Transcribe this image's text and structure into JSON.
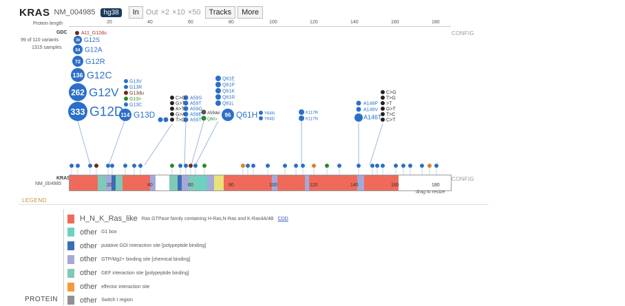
{
  "header": {
    "gene": "KRAS",
    "transcript": "NM_004985",
    "genome_badge": "hg38",
    "zoom_in": "In",
    "zoom_out": "Out",
    "zoom_2": "×2",
    "zoom_10": "×10",
    "zoom_50": "×50",
    "tracks_button": "Tracks",
    "more_button": "More"
  },
  "ruler": {
    "label": "Protein length",
    "ticks": [
      "20",
      "40",
      "60",
      "80",
      "100",
      "120",
      "140",
      "160",
      "180"
    ]
  },
  "gdc": {
    "title": "GDC",
    "variants_text": "99 of 110 variants",
    "samples_text": "1315 samples",
    "config": "CONFIG"
  },
  "lollipop_labels": {
    "top": "A11_G12du",
    "col1": [
      {
        "count": "39",
        "label": "G12S"
      },
      {
        "count": "54",
        "label": "G12A"
      },
      {
        "count": "72",
        "label": "G12R"
      },
      {
        "count": "136",
        "label": "G12C"
      },
      {
        "count": "262",
        "label": "G12V"
      },
      {
        "count": "333",
        "label": "G12D"
      }
    ],
    "col2_list": [
      "G13V",
      "G13R",
      "G13du",
      "G13>",
      "G13C"
    ],
    "col2_big": {
      "count": "114",
      "label": "G13D"
    },
    "col3_list": [
      "C>G",
      "G>T",
      "A>T",
      "G>A",
      "T>G"
    ],
    "col4_list": [
      "A59S",
      "A59T",
      "A59G",
      "A59E",
      "A59T"
    ],
    "col5_small": [
      "A59del",
      "Q60>"
    ],
    "col6_list": [
      "Q61E",
      "Q61P",
      "Q61K",
      "Q61R",
      "Q61L"
    ],
    "col6_big": {
      "count": "96",
      "label": "Q61H"
    },
    "col6_side": [
      "Y64N",
      "Y64D"
    ],
    "col7_list": [
      "K117R",
      "K117N"
    ],
    "col8_list": [
      "A146P",
      "A146V",
      "A146T"
    ],
    "col9_list": [
      "C>G",
      "T>G",
      ">T",
      "G>T",
      "T>C",
      "C>T"
    ]
  },
  "kras_track": {
    "gene": "KRAS",
    "transcript": "NM_004985",
    "config": "CONFIG",
    "ticks": [
      "20",
      "40",
      "60",
      "80",
      "100",
      "120",
      "140",
      "160",
      "180"
    ],
    "hint": "drag to resize"
  },
  "legend": {
    "label": "LEGEND",
    "protein_label": "PROTEIN",
    "items": [
      {
        "name": "H_N_K_Ras_like",
        "desc": "Ras GTPase family containing H-Ras,N-Ras and K-Ras4A/4B",
        "link": "CDD",
        "color": "#ef6a5a"
      },
      {
        "name": "other",
        "desc": "G1 box",
        "color": "#6ed1c0"
      },
      {
        "name": "other",
        "desc": "putative GDI interaction site [polypeptide binding]",
        "color": "#3a6fb5"
      },
      {
        "name": "other",
        "desc": "GTP/Mg2+ binding site [chemical binding]",
        "color": "#a5a9d8"
      },
      {
        "name": "other",
        "desc": "GEF interaction site [polypeptide binding]",
        "color": "#7fc9b8"
      },
      {
        "name": "other",
        "desc": "effector interaction site",
        "color": "#f39a3c"
      },
      {
        "name": "other",
        "desc": "Switch I region",
        "color": "#909090"
      }
    ]
  },
  "colors": {
    "missense": "#2a6fc9",
    "inframe": "#222222",
    "splice": "#6b2b17",
    "truncation": "#2a8a2a",
    "frameshift": "#e27d2a"
  }
}
